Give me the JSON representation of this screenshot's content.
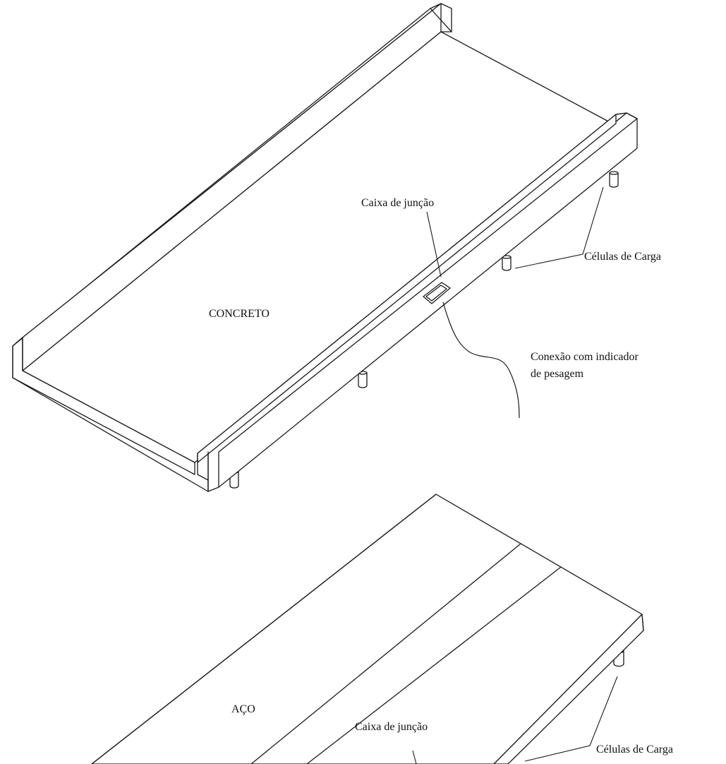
{
  "concrete_scale": {
    "material_label": "CONCRETO",
    "junction_box_label": "Caixa de junção",
    "load_cells_label": "Células de Carga",
    "connection_label_line1": "Conexão com indicador",
    "connection_label_line2": "de pesagem"
  },
  "steel_scale": {
    "material_label": "AÇO",
    "junction_box_label": "Caixa de junção",
    "load_cells_label": "Células de Carga"
  },
  "colors": {
    "background": "#ffffff",
    "line": "#1a1a1a",
    "text": "#111111"
  }
}
